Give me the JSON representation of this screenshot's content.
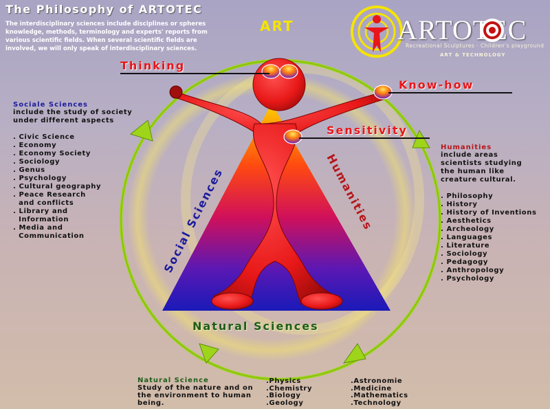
{
  "header": {
    "title": "The Philosophy of ARTOTEC",
    "intro": "The interdisciplinary sciences include disciplines or spheres knowledge, methods, terminology and experts' reports from various scientific fields. When several scientific fields are involved, we will only speak of interdisciplinary sciences.",
    "art_label": "ART"
  },
  "logo": {
    "word": "ARTOTEC",
    "tagline": "Recreational Sculptures · Children's playground",
    "subline": "ART & TECHNOLOGY"
  },
  "diagram": {
    "thinking": "Thinking",
    "knowhow": "Know-how",
    "sensitivity": "Sensitivity",
    "social_sciences": "Social Sciences",
    "humanities": "Humanities",
    "natural_sciences": "Natural Sciences"
  },
  "social": {
    "heading": "Sociale Sciences",
    "desc": "include the study of society under different aspects",
    "items": [
      ". Civic Science",
      ". Economy",
      ". Economy Society",
      ". Sociology",
      ". Genus",
      ". Psychology",
      ". Cultural geography",
      ". Peace Research",
      "  and conflicts",
      ". Library and",
      "  Information",
      ". Media and",
      "  Communication"
    ]
  },
  "humanities": {
    "heading": "Humanities",
    "desc": "include areas scientists studying the human like creature cultural.",
    "items": [
      ". Philosophy",
      ". History",
      ". History of Inventions",
      ". Aesthetics",
      ". Archeology",
      ". Languages",
      ". Literature",
      ". Sociology",
      ". Pedagogy",
      ". Anthropology",
      ". Psychology"
    ]
  },
  "natural": {
    "heading": "Natural Science",
    "desc": "Study of the nature and on the environment to human being.",
    "col1": [
      ".Physics",
      ".Chemistry",
      ".Biology",
      ".Geology"
    ],
    "col2": [
      ".Astronomie",
      ".Medicine",
      ".Mathematics",
      ".Technology"
    ]
  },
  "colors": {
    "thinking_red": "#e8161a",
    "social_blue": "#1c1c9c",
    "humanities_red": "#b5161a",
    "natural_green": "#1f5c1a",
    "ring_green": "#9ed51a",
    "logo_yellow": "#f5e400"
  }
}
